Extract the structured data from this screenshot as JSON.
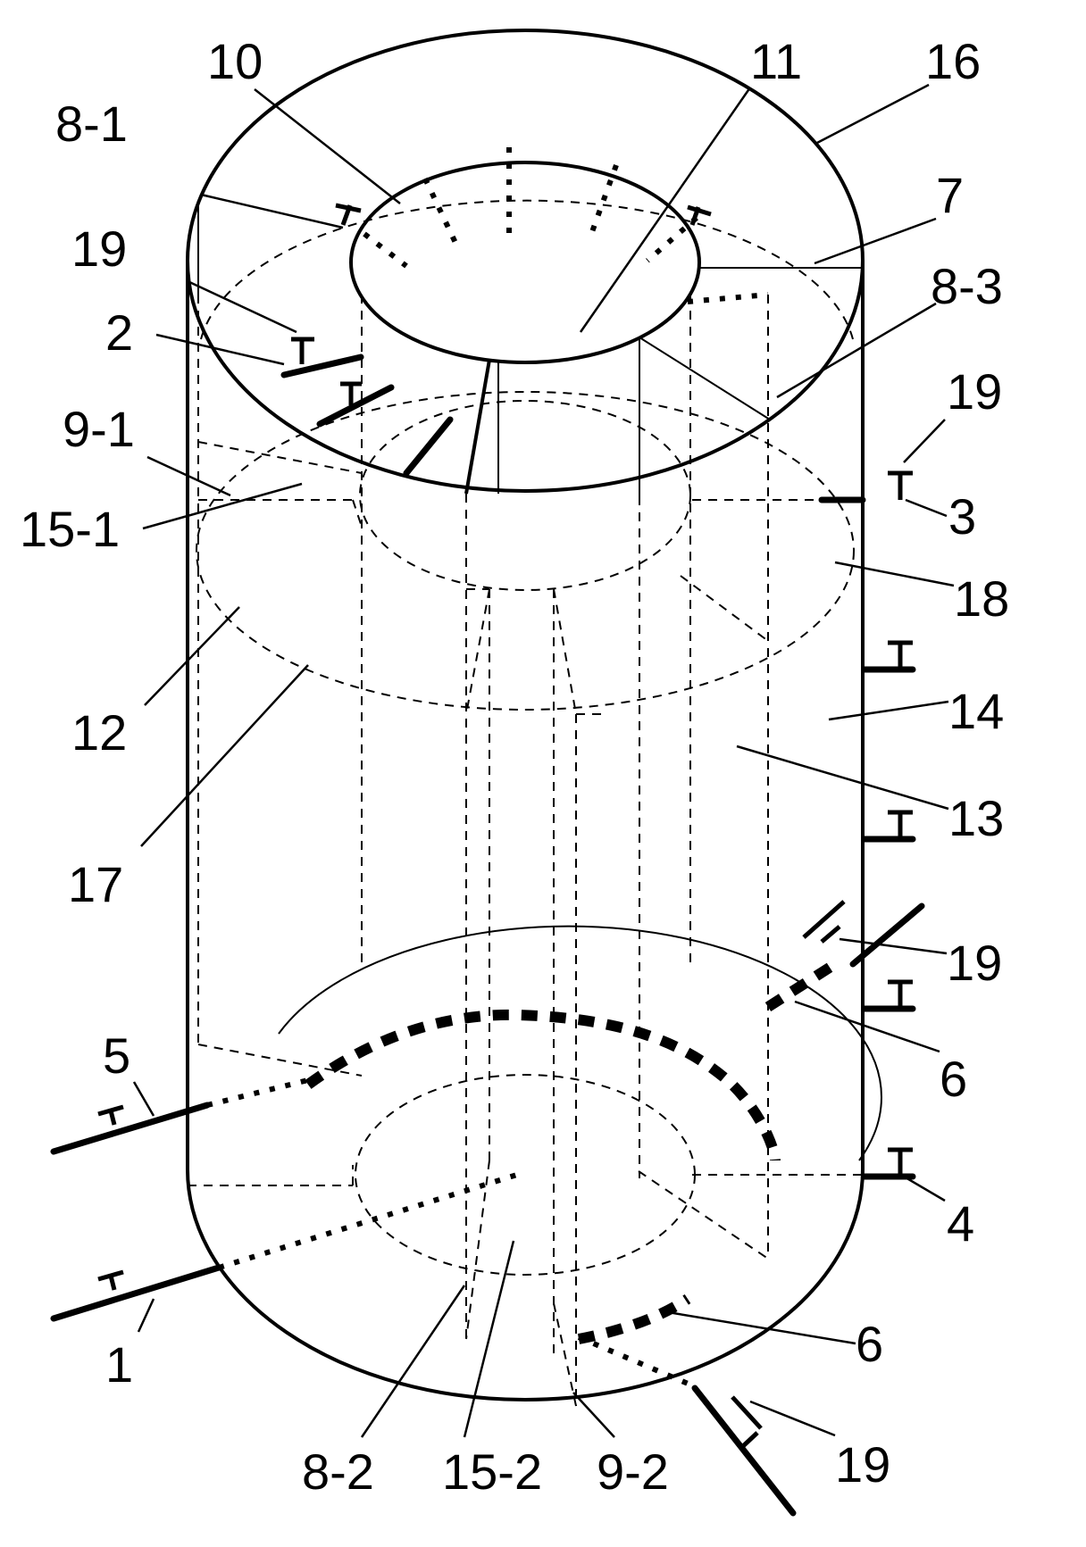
{
  "labels": {
    "l10": "10",
    "l11": "11",
    "l16": "16",
    "l8_1": "8-1",
    "l7": "7",
    "l19_a": "19",
    "l8_3": "8-3",
    "l2": "2",
    "l19_b": "19",
    "l9_1": "9-1",
    "l3": "3",
    "l15_1": "15-1",
    "l18": "18",
    "l12": "12",
    "l14": "14",
    "l13": "13",
    "l17": "17",
    "l19_c": "19",
    "l5": "5",
    "l6_a": "6",
    "l4": "4",
    "l1": "1",
    "l6_b": "6",
    "l8_2": "8-2",
    "l15_2": "15-2",
    "l9_2": "9-2",
    "l19_d": "19"
  }
}
